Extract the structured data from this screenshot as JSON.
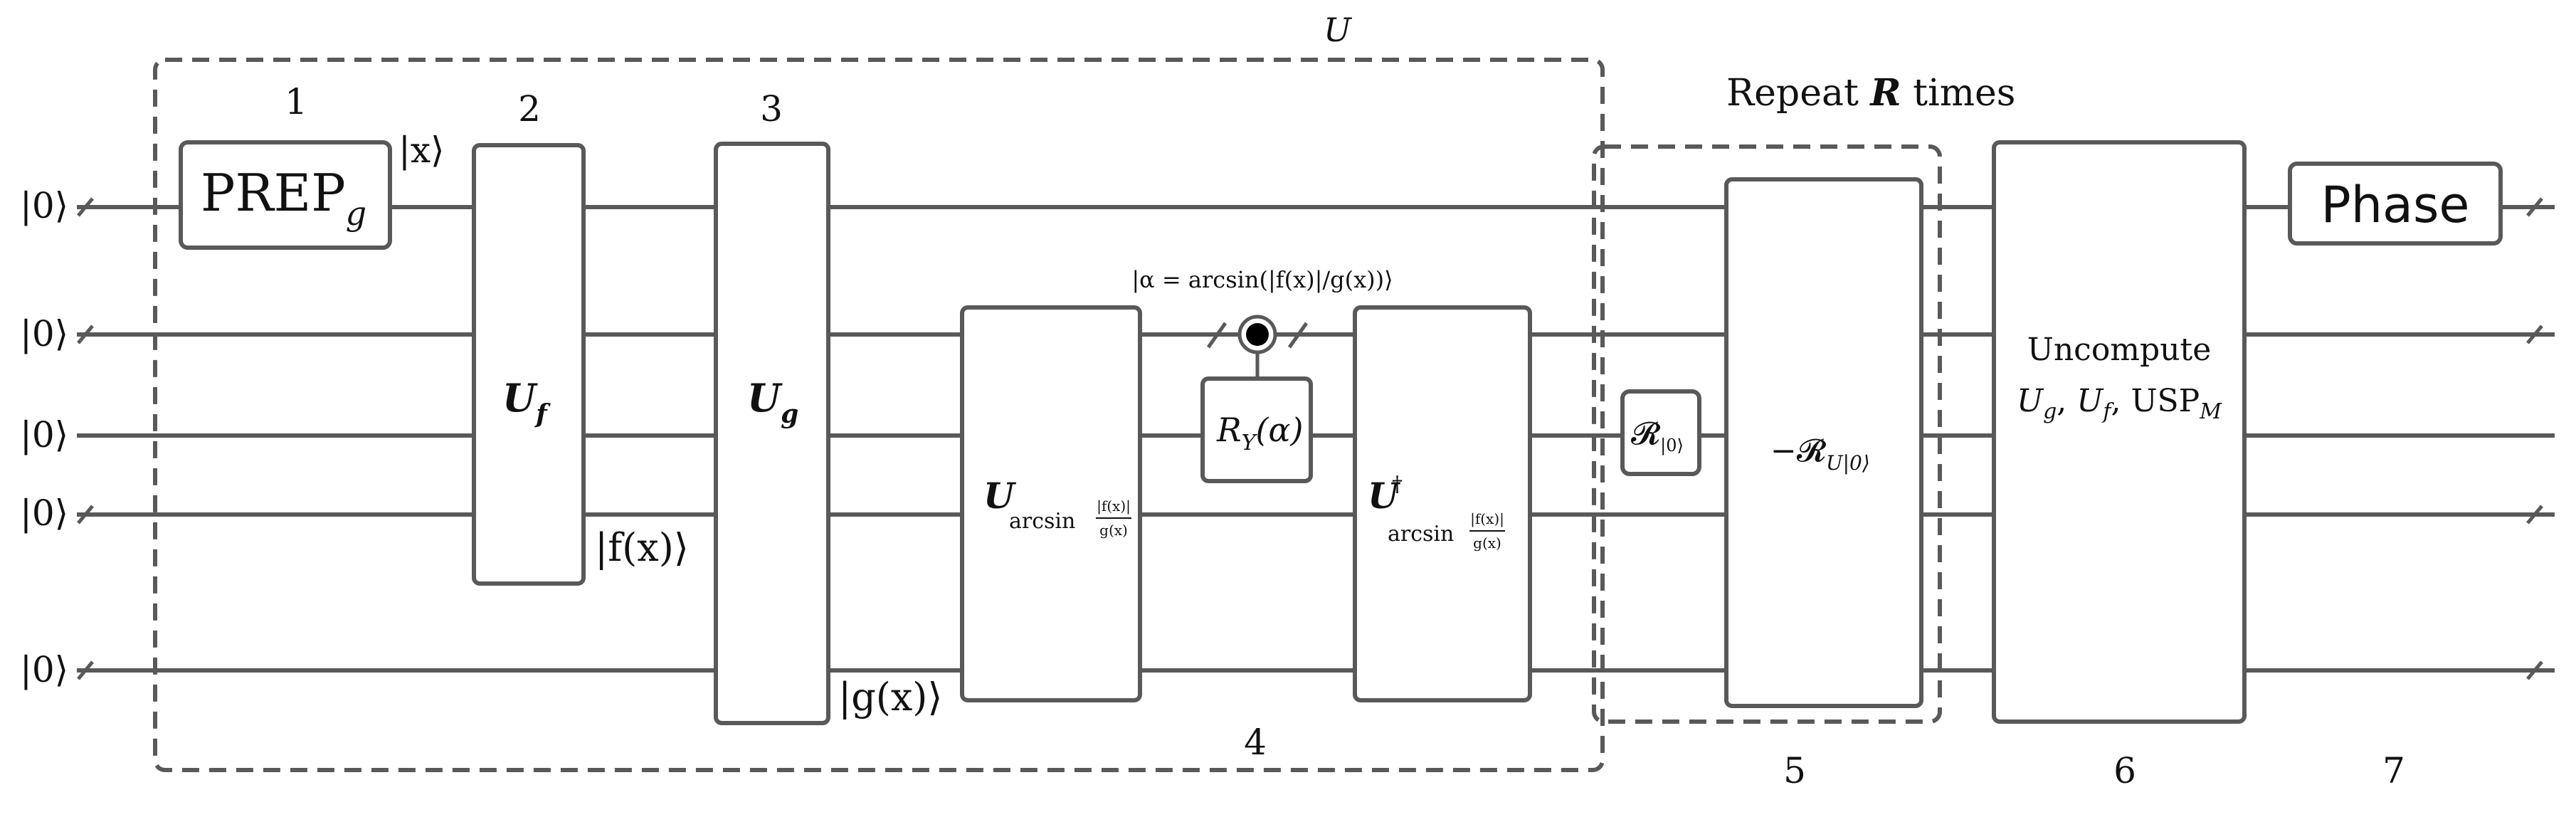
{
  "input_state": "|0⟩",
  "labels": {
    "U": "U",
    "repeat_prefix": "Repeat ",
    "repeat_var": "R",
    "repeat_suffix": " times",
    "ket_x": "|x⟩",
    "ket_fx": "|f(x)⟩",
    "ket_gx": "|g(x)⟩",
    "alpha_ket": "|α = arcsin(|f(x)|/g(x))⟩"
  },
  "step_numbers": [
    "1",
    "2",
    "3",
    "4",
    "5",
    "6",
    "7"
  ],
  "gates": {
    "prep": {
      "main": "PREP",
      "sub": "g"
    },
    "uf": {
      "main": "U",
      "sub": "f"
    },
    "ug": {
      "main": "U",
      "sub": "g"
    },
    "uarcsin": {
      "main": "U",
      "sub": "arcsin",
      "frac_num": "|f(x)|",
      "frac_den": "g(x)"
    },
    "uarcsin_dag": {
      "main": "U",
      "sup": "†",
      "sub": "arcsin",
      "frac_num": "|f(x)|",
      "frac_den": "g(x)"
    },
    "ry": {
      "main": "R",
      "sub": "Y",
      "arg": "(α)"
    },
    "reflect0": {
      "main": "𝓡",
      "sub": "|0⟩"
    },
    "reflectU": {
      "main": "−𝓡",
      "sub": "U|0⟩"
    },
    "uncompute": {
      "line1": "Uncompute",
      "u1": "U",
      "s1": "g",
      "u2": "U",
      "s2": "f",
      "usp": "USP",
      "s3": "M"
    },
    "phase": {
      "label": "Phase"
    }
  }
}
